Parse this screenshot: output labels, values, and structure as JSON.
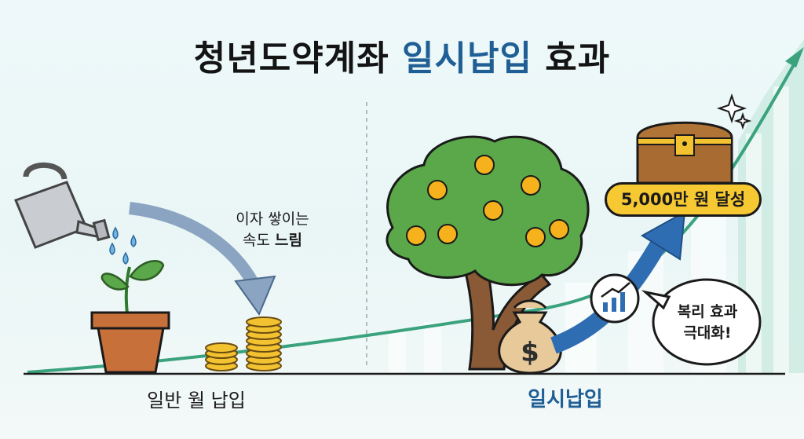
{
  "title": {
    "main": "청년도약계좌 ",
    "highlight": "일시납입",
    "tail": " 효과"
  },
  "left_panel": {
    "note_line1": "이자 쌓이는",
    "note_line2_prefix": "속도 ",
    "note_line2_bold": "느림",
    "caption": "일반 월 납입"
  },
  "right_panel": {
    "goal_badge": "5,000만 원 달성",
    "bubble_line1": "복리 효과",
    "bubble_line2": "극대화!",
    "caption": "일시납입",
    "dollar_symbol": "$"
  },
  "colors": {
    "highlight": "#1f5f96",
    "curve": "#3aa37d",
    "gold": "#f6c832",
    "tree_green": "#5aa84a",
    "trunk": "#8a5a36",
    "arrow_blue": "#2f6db3"
  }
}
